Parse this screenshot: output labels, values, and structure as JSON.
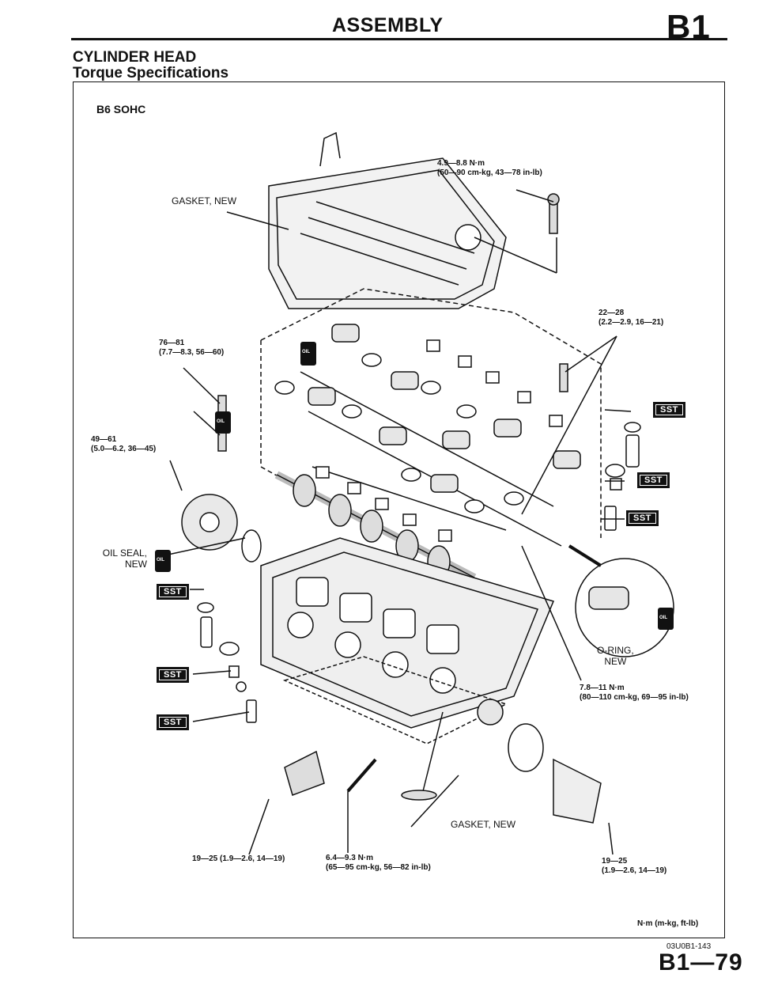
{
  "header": {
    "title": "ASSEMBLY",
    "section_code": "B1"
  },
  "section": {
    "title": "CYLINDER HEAD",
    "subtitle": "Torque Specifications"
  },
  "figure": {
    "engine": "B6 SOHC",
    "callouts": {
      "cover_bolt": [
        "4.9—8.8 N·m",
        "(50—90 cm-kg, 43—78 in-lb)"
      ],
      "gasket_cover": "GASKET, NEW",
      "rocker_bolt_right": [
        "22—28",
        "(2.2—2.9, 16—21)"
      ],
      "rocker_bolt_left": [
        "76—81",
        "(7.7—8.3, 56—60)"
      ],
      "sprocket_bolt": [
        "49—61",
        "(5.0—6.2, 36—45)"
      ],
      "oil_seal": [
        "OIL SEAL,",
        "NEW"
      ],
      "o_ring": [
        "O-RING,",
        "NEW"
      ],
      "plug_bolt": [
        "7.8—11 N·m",
        "(80—110 cm-kg, 69—95 in-lb)"
      ],
      "bracket_bolt": "19—25 (1.9—2.6, 14—19)",
      "spark_plug": [
        "6.4—9.3 N·m",
        "(65—95 cm-kg, 56—82 in-lb)"
      ],
      "gasket_head": "GASKET, NEW",
      "outlet_bolt": [
        "19—25",
        "(1.9—2.6, 14—19)"
      ],
      "sst": "SST",
      "oil": "OIL"
    },
    "units": "N·m (m-kg, ft-lb)",
    "figure_code": "03U0B1-143"
  },
  "page_number": "B1—79"
}
